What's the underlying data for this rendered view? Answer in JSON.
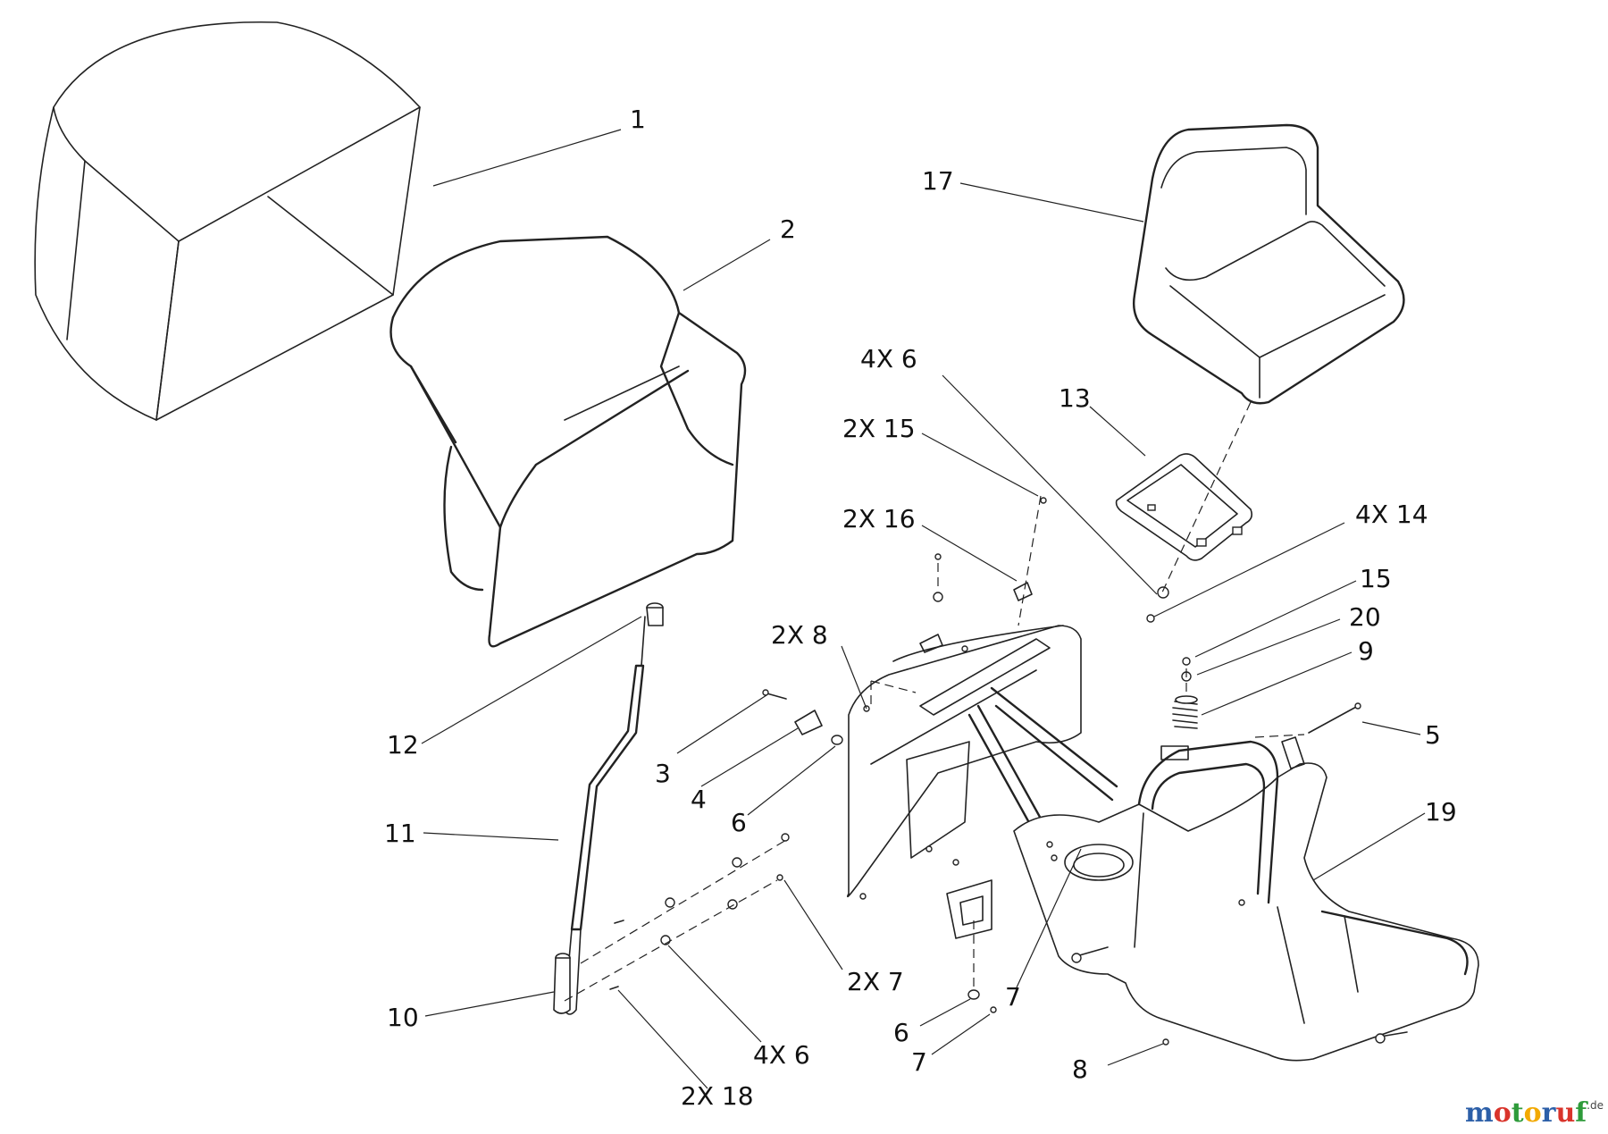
{
  "callouts": {
    "c1": "1",
    "c2": "2",
    "c17": "17",
    "c4x6_top": "4X 6",
    "c13": "13",
    "c2x15": "2X 15",
    "c2x16": "2X 16",
    "c4x14": "4X 14",
    "c15": "15",
    "c20": "20",
    "c9": "9",
    "c2x8": "2X 8",
    "c5": "5",
    "c12": "12",
    "c3": "3",
    "c4": "4",
    "c6_mid": "6",
    "c19": "19",
    "c11": "11",
    "c2x7": "2X 7",
    "c7_mid": "7",
    "c10": "10",
    "c6_low": "6",
    "c4x6_low": "4X 6",
    "c7_low": "7",
    "c8": "8",
    "c2x18": "2X 18"
  },
  "watermark": {
    "letters": [
      "m",
      "o",
      "t",
      "o",
      "r",
      "u",
      "f"
    ],
    "tld": ".de",
    "colors": [
      "#2c5fa8",
      "#d9342b",
      "#2e9b3a",
      "#f2a900",
      "#2c5fa8",
      "#d9342b",
      "#2e9b3a"
    ]
  }
}
